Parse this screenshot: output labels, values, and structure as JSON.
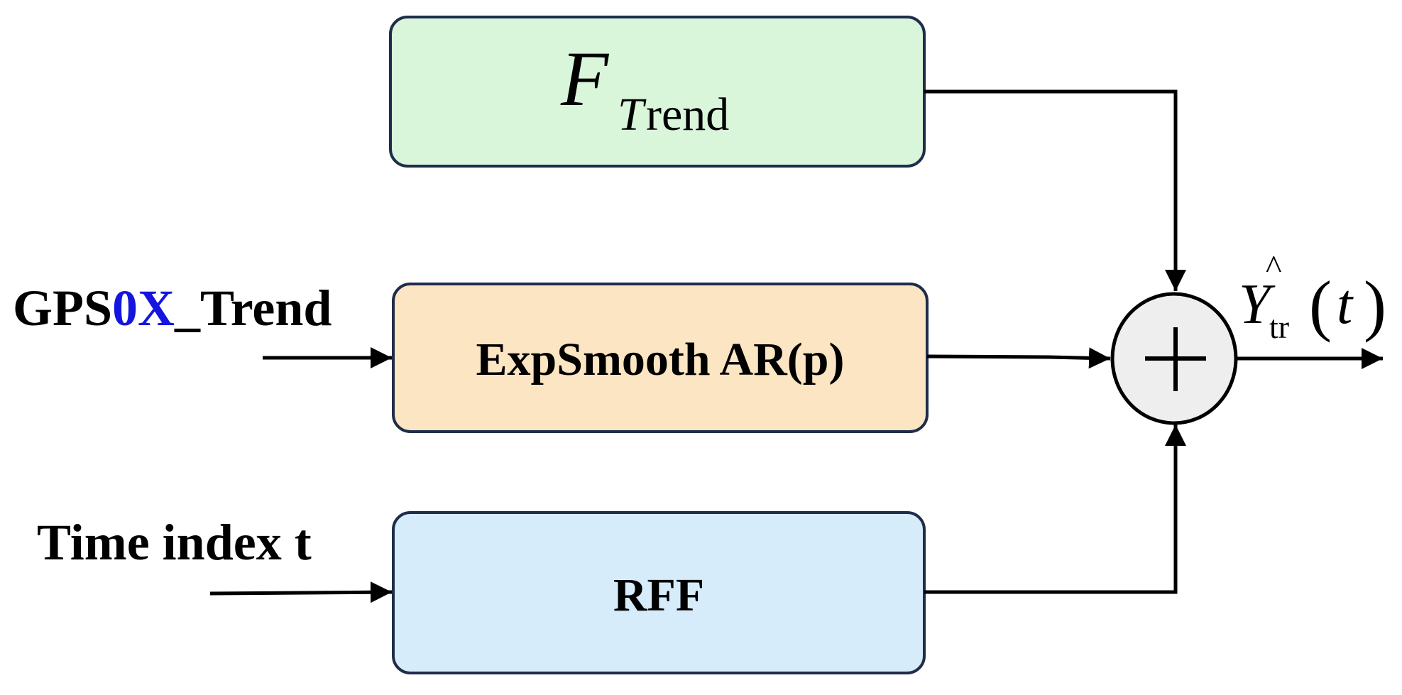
{
  "blocks": {
    "trend": {
      "symbol": "F",
      "subscript": "Trend",
      "fill": "#d9f5da"
    },
    "expsmooth": {
      "label": "ExpSmooth AR(p)",
      "fill": "#fbe5c3"
    },
    "rff": {
      "label": "RFF",
      "fill": "#d6ecfb"
    }
  },
  "inputs": {
    "gps": {
      "prefix": "GPS",
      "highlight": "0X",
      "suffix": "_Trend",
      "highlight_color": "#1515e0"
    },
    "time": {
      "label": "Time index t"
    }
  },
  "summation": {
    "symbol": "+",
    "fill": "#eeeeee"
  },
  "output": {
    "hat": "^",
    "symbol": "Y",
    "subscript": "tr",
    "open_paren": "(",
    "argument": "t",
    "close_paren": ")"
  },
  "colors": {
    "box_stroke": "#1f2d4a",
    "line": "#000000"
  }
}
